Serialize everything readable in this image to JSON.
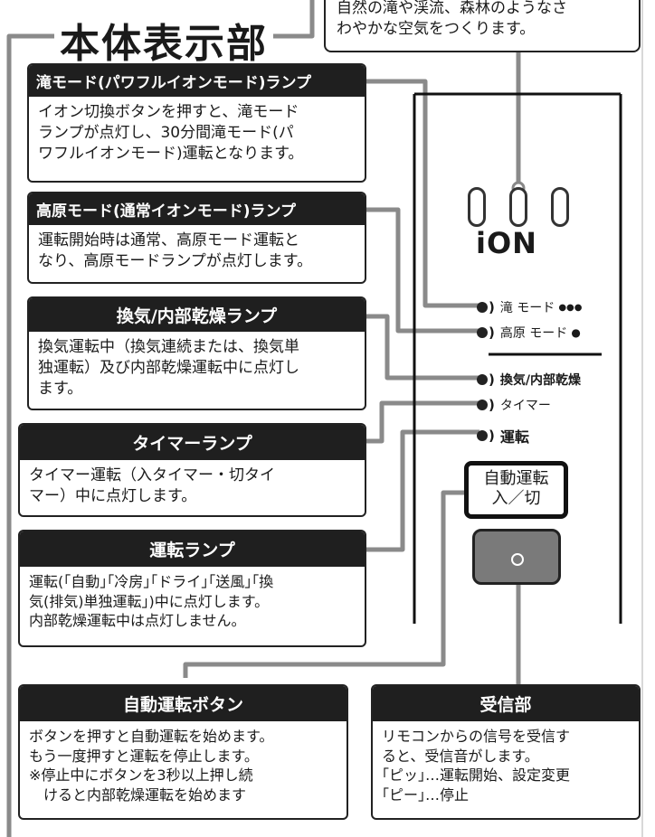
{
  "title": "本体表示部",
  "top_callout": {
    "lines": [
      "自然の滝や渓流、森林のようなさ",
      "わやかな空気をつくります。"
    ]
  },
  "panel": {
    "logo": "iON",
    "lamps": [
      {
        "label": "滝 モード",
        "suffix": "●●●"
      },
      {
        "label": "高原 モード",
        "suffix": "●"
      },
      {
        "label": "換気/内部乾燥",
        "suffix": ""
      },
      {
        "label": "タイマー",
        "suffix": ""
      },
      {
        "label": "運転",
        "suffix": ""
      }
    ],
    "auto_button_label": [
      "自動運転",
      "入／切"
    ]
  },
  "callouts": [
    {
      "title": "滝モード(パワフルイオンモード)ランプ",
      "body": [
        "イオン切換ボタンを押すと、滝モード",
        "ランプが点灯し、30分間滝モード(パ",
        "ワフルイオンモード)運転となります。"
      ]
    },
    {
      "title": "高原モード(通常イオンモード)ランプ",
      "body": [
        "運転開始時は通常、高原モード運転と",
        "なり、高原モードランプが点灯します。"
      ]
    },
    {
      "title": "換気/内部乾燥ランプ",
      "body": [
        "換気運転中（換気連続または、換気単",
        "独運転）及び内部乾燥運転中に点灯し",
        "ます。"
      ]
    },
    {
      "title": "タイマーランプ",
      "body": [
        "タイマー運転（入タイマー・切タイ",
        "マー）中に点灯します。"
      ]
    },
    {
      "title": "運転ランプ",
      "body": [
        "運転(｢自動｣｢冷房｣｢ドライ｣｢送風｣｢換",
        "気(排気)単独運転｣)中に点灯します。",
        "内部乾燥運転中は点灯しません。"
      ]
    },
    {
      "title": "自動運転ボタン",
      "body": [
        "ボタンを押すと自動運転を始めます。",
        "もう一度押すと運転を停止します。",
        "※停止中にボタンを3秒以上押し続",
        "　けると内部乾燥運転を始めます"
      ]
    },
    {
      "title": "受信部",
      "body": [
        "リモコンからの信号を受信す",
        "ると、受信音がします。",
        "｢ピッ｣…運転開始、設定変更",
        "｢ピー｣…停止"
      ]
    }
  ]
}
